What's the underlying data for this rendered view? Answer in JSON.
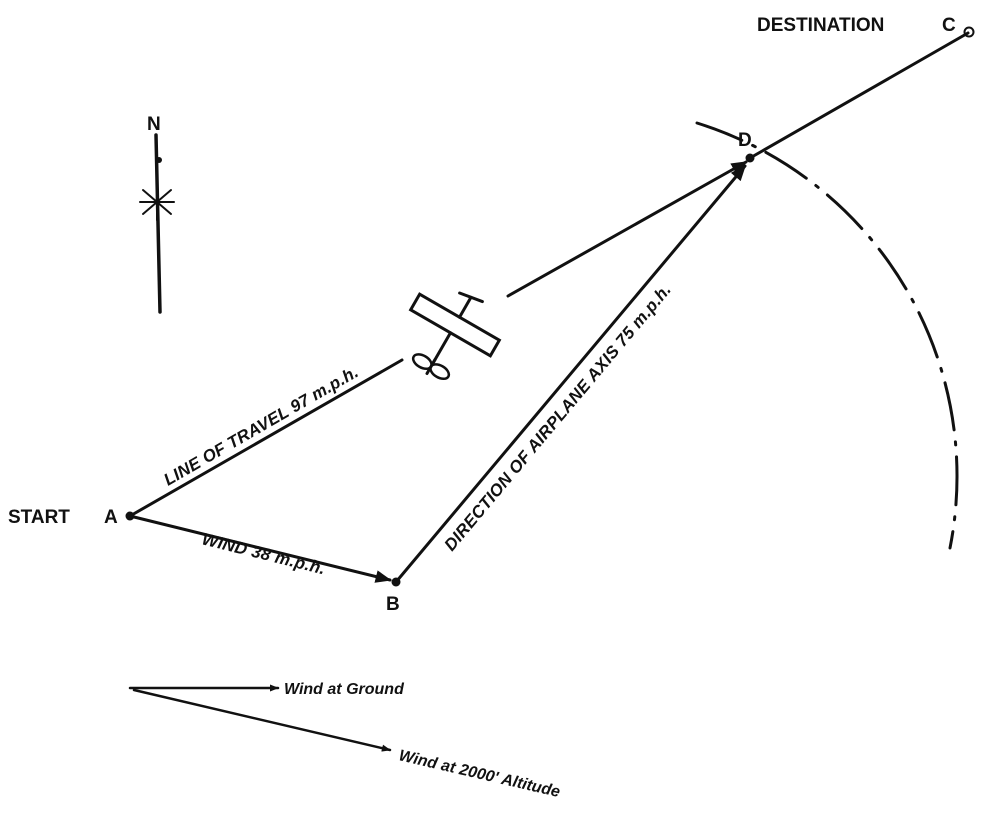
{
  "points": {
    "a": "A",
    "b": "B",
    "c": "C",
    "d": "D"
  },
  "labels": {
    "start": "START",
    "destination": "DESTINATION",
    "north": "N",
    "line_of_travel": "LINE OF TRAVEL 97 m.p.h.",
    "wind": "WIND 38 m.p.h.",
    "airplane_axis": "DIRECTION OF AIRPLANE AXIS 75 m.p.h."
  },
  "legend": {
    "wind_ground": "Wind at Ground",
    "wind_altitude": "Wind at 2000' Altitude"
  },
  "colors": {
    "ink": "#111111",
    "background": "#ffffff"
  },
  "icons": [
    "compass-rose-icon",
    "airplane-icon"
  ]
}
